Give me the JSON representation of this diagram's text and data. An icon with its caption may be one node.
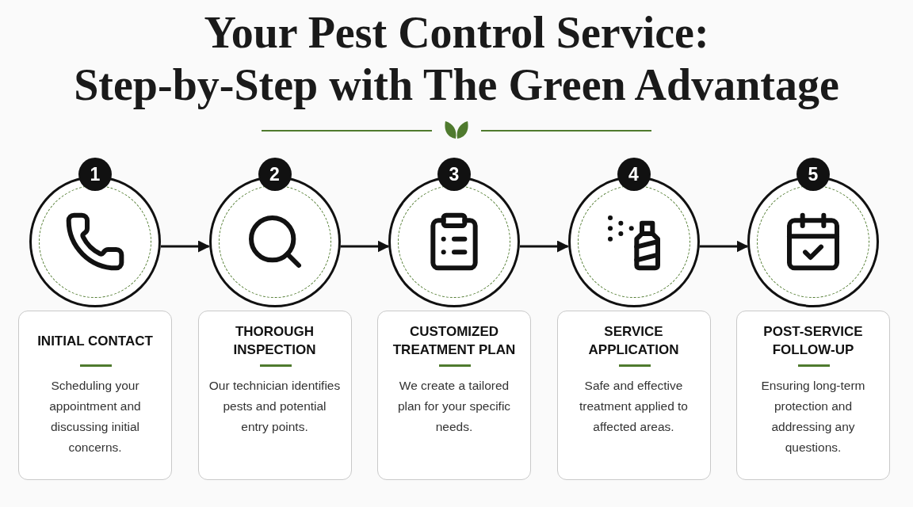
{
  "diagram": {
    "title": "Your Pest Control Service: Step-by-Step with The Green Advantage",
    "nodes": [
      {
        "text": [
          "1"
        ]
      },
      {
        "text": [],
        "shape": "circle"
      },
      {
        "text": [
          "INITIAL CONTACT",
          "Scheduling your appointment and discussing initial concerns."
        ]
      },
      {
        "text": [
          "2"
        ]
      },
      {
        "text": [],
        "shape": "circle"
      },
      {
        "text": [
          "THOROUGH INSPECTION",
          "Our technician identifies pests and potential entry points."
        ]
      },
      {
        "text": [
          "3"
        ]
      },
      {
        "text": [],
        "shape": "circle"
      },
      {
        "text": [
          "CUSTOMIZED TREATMENT PLAN",
          "We create a tailored plan for your specific needs."
        ]
      },
      {
        "text": [
          "4"
        ]
      },
      {
        "text": [],
        "shape": "circle"
      },
      {
        "text": [
          "SERVICE APPLICATION",
          "Safe and effective treatment applied to affected areas."
        ]
      },
      {
        "text": [
          "5"
        ]
      },
      {
        "text": [],
        "shape": "circle"
      },
      {
        "text": [
          "POST-SERVICE FOLLOW-UP",
          "Ensuring long-term protection and addressing any questions."
        ]
      }
    ],
    "edges": [
      {
        "from": 1,
        "to": 4,
        "arrow": "to"
      },
      {
        "from": 4,
        "to": 7,
        "arrow": "to"
      },
      {
        "from": 7,
        "to": 10,
        "arrow": "to"
      },
      {
        "from": 10,
        "to": 13,
        "arrow": "to"
      }
    ]
  }
}
